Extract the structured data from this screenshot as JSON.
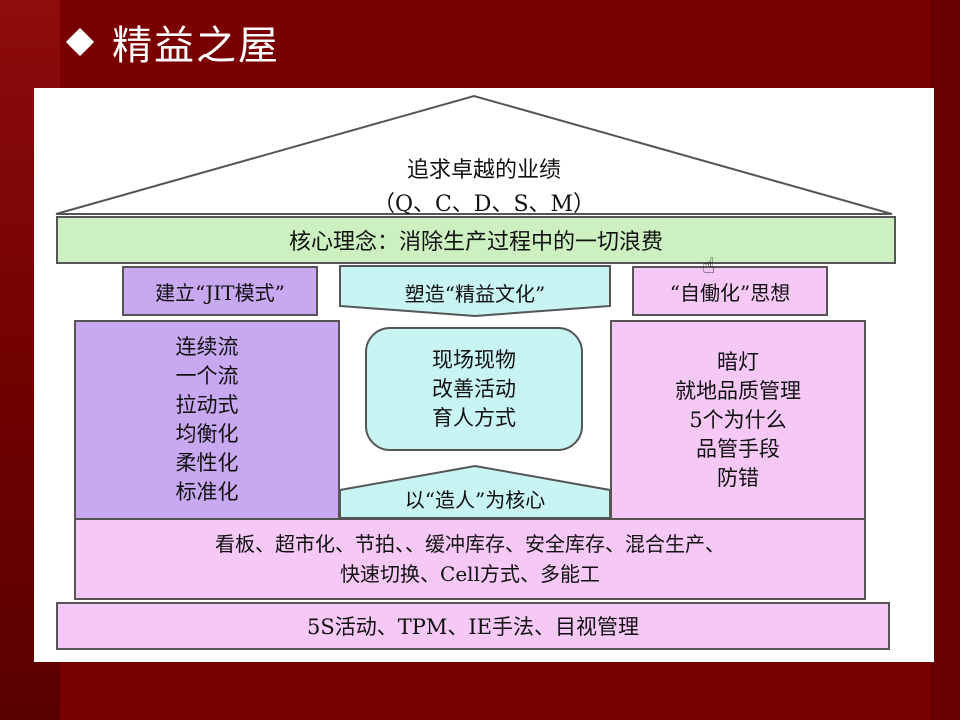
{
  "slide": {
    "title": "精益之屋"
  },
  "house": {
    "roof": {
      "line1": "追求卓越的业绩",
      "line2": "（Q、C、D、S、M）"
    },
    "beam": "核心理念：消除生产过程中的一切浪费",
    "left_label": "建立“JIT模式”",
    "center_label": "塑造“精益文化”",
    "right_label": "“自働化”思想",
    "left_pillar": [
      "连续流",
      "一个流",
      "拉动式",
      "均衡化",
      "柔性化",
      "标准化"
    ],
    "center_core": [
      "现场现物",
      "改善活动",
      "育人方式"
    ],
    "center_bottom": "以“造人”为核心",
    "right_pillar": [
      "暗灯",
      "就地品质管理",
      "5个为什么",
      "品管手段",
      "防错"
    ],
    "floor": [
      "看板、超市化、节拍、、缓冲库存、安全库存、混合生产、",
      "快速切换、Cell方式、多能工"
    ],
    "foundation": "5S活动、TPM、IE手法、目视管理"
  },
  "colors": {
    "background": "#7a0000",
    "beam": "#ccf0c0",
    "jit": "#c8a8f0",
    "culture": "#c8f4f4",
    "jidoka": "#f6c8f6",
    "floor": "#f6c8f6",
    "foundation": "#f6c8f6"
  }
}
